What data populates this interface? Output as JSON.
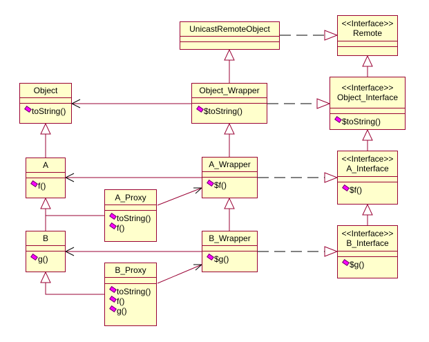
{
  "classes": [
    {
      "id": "UnicastRemoteObject",
      "name": "UnicastRemoteObject",
      "ops": []
    },
    {
      "id": "Remote",
      "stereotype": "<<Interface>>",
      "name": "Remote",
      "ops": []
    },
    {
      "id": "Object",
      "name": "Object",
      "ops": [
        "toString()"
      ]
    },
    {
      "id": "Object_Wrapper",
      "name": "Object_Wrapper",
      "ops": [
        "$toString()"
      ]
    },
    {
      "id": "Object_Interface",
      "stereotype": "<<Interface>>",
      "name": "Object_Interface",
      "ops": [
        "$toString()"
      ]
    },
    {
      "id": "A",
      "name": "A",
      "ops": [
        "f()"
      ]
    },
    {
      "id": "A_Wrapper",
      "name": "A_Wrapper",
      "ops": [
        "$f()"
      ]
    },
    {
      "id": "A_Interface",
      "stereotype": "<<Interface>>",
      "name": "A_Interface",
      "ops": [
        "$f()"
      ]
    },
    {
      "id": "A_Proxy",
      "name": "A_Proxy",
      "ops": [
        "toString()",
        "f()"
      ]
    },
    {
      "id": "B",
      "name": "B",
      "ops": [
        "g()"
      ]
    },
    {
      "id": "B_Wrapper",
      "name": "B_Wrapper",
      "ops": [
        "$g()"
      ]
    },
    {
      "id": "B_Interface",
      "stereotype": "<<Interface>>",
      "name": "B_Interface",
      "ops": [
        "$g()"
      ]
    },
    {
      "id": "B_Proxy",
      "name": "B_Proxy",
      "ops": [
        "toString()",
        "f()",
        "g()"
      ]
    }
  ],
  "colors": {
    "border": "#990033",
    "fill": "#ffffcc",
    "method_icon": "#ff00ff",
    "dependency": "#000000"
  },
  "icons": {
    "method": "method-diamond-icon"
  }
}
